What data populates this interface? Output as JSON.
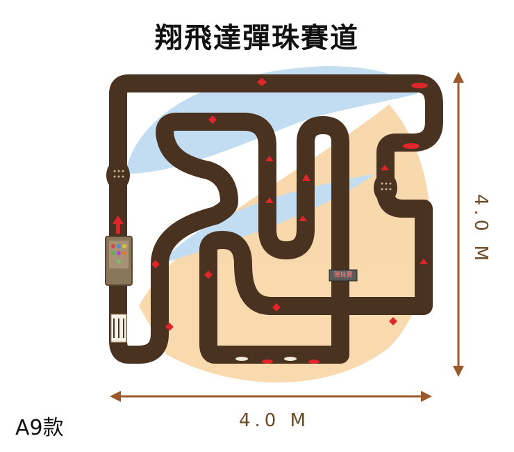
{
  "title": "翔飛達彈珠賽道",
  "model_label": "A9款",
  "dimensions": {
    "width_label": "4.0 M",
    "height_label": "4.0 M"
  },
  "start_sign": "彈珠賽",
  "colors": {
    "track": "#4a3221",
    "track_edge": "#3a2617",
    "arrow": "#9c5a2c",
    "marker": "#e0262a",
    "logo_blue": "#b8d8ef",
    "logo_orange": "#f7d3a0"
  }
}
